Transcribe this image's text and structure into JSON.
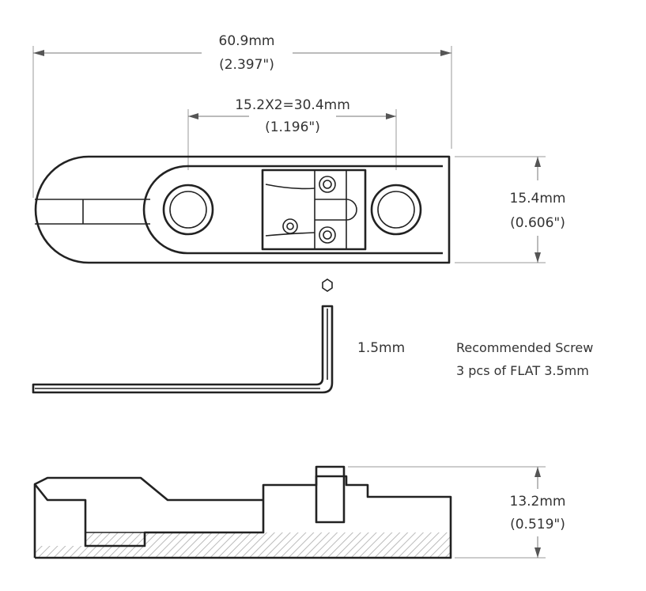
{
  "dimensions": {
    "overall_length": {
      "mm": "60.9mm",
      "inch": "(2.397\")"
    },
    "hole_spacing": {
      "mm": "15.2X2=30.4mm",
      "inch": "(1.196\")"
    },
    "width": {
      "mm": "15.4mm",
      "inch": "(0.606\")"
    },
    "height": {
      "mm": "13.2mm",
      "inch": "(0.519\")"
    }
  },
  "hex_key": {
    "size": "1.5mm"
  },
  "screw_note": {
    "line1": "Recommended Screw",
    "line2": "3 pcs of FLAT 3.5mm"
  },
  "colors": {
    "outline": "#222222",
    "dimension_line": "#777777",
    "text": "#333333",
    "hatch": "#bbbbbb"
  }
}
